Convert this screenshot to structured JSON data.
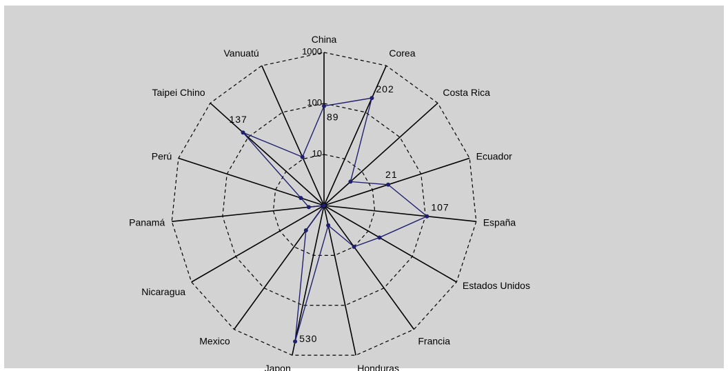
{
  "chart_data": {
    "type": "radar",
    "scale": "log",
    "rmin": 1,
    "rmax": 1000,
    "ticks": [
      {
        "value": 10,
        "label": "10"
      },
      {
        "value": 100,
        "label": "100"
      },
      {
        "value": 1000,
        "label": "1000"
      }
    ],
    "categories": [
      "China",
      "Corea",
      "Costa Rica",
      "Ecuador",
      "España",
      "Estados Unidos",
      "Francia",
      "Honduras",
      "Japon",
      "Mexico",
      "Nicaragua",
      "Panamá",
      "Perú",
      "Taipei Chino",
      "Vanuatú"
    ],
    "series": [
      {
        "color": "#1f1f6e",
        "values": [
          89,
          202,
          5,
          21,
          107,
          18,
          10,
          2.5,
          530,
          4,
          1,
          2,
          3,
          137,
          11
        ]
      }
    ],
    "data_labels": [
      {
        "index": 0,
        "text": "89"
      },
      {
        "index": 1,
        "text": "202"
      },
      {
        "index": 3,
        "text": "21"
      },
      {
        "index": 4,
        "text": "107"
      },
      {
        "index": 8,
        "text": "530"
      },
      {
        "index": 13,
        "text": "137"
      }
    ],
    "grid": "dashed",
    "legend": "none"
  }
}
